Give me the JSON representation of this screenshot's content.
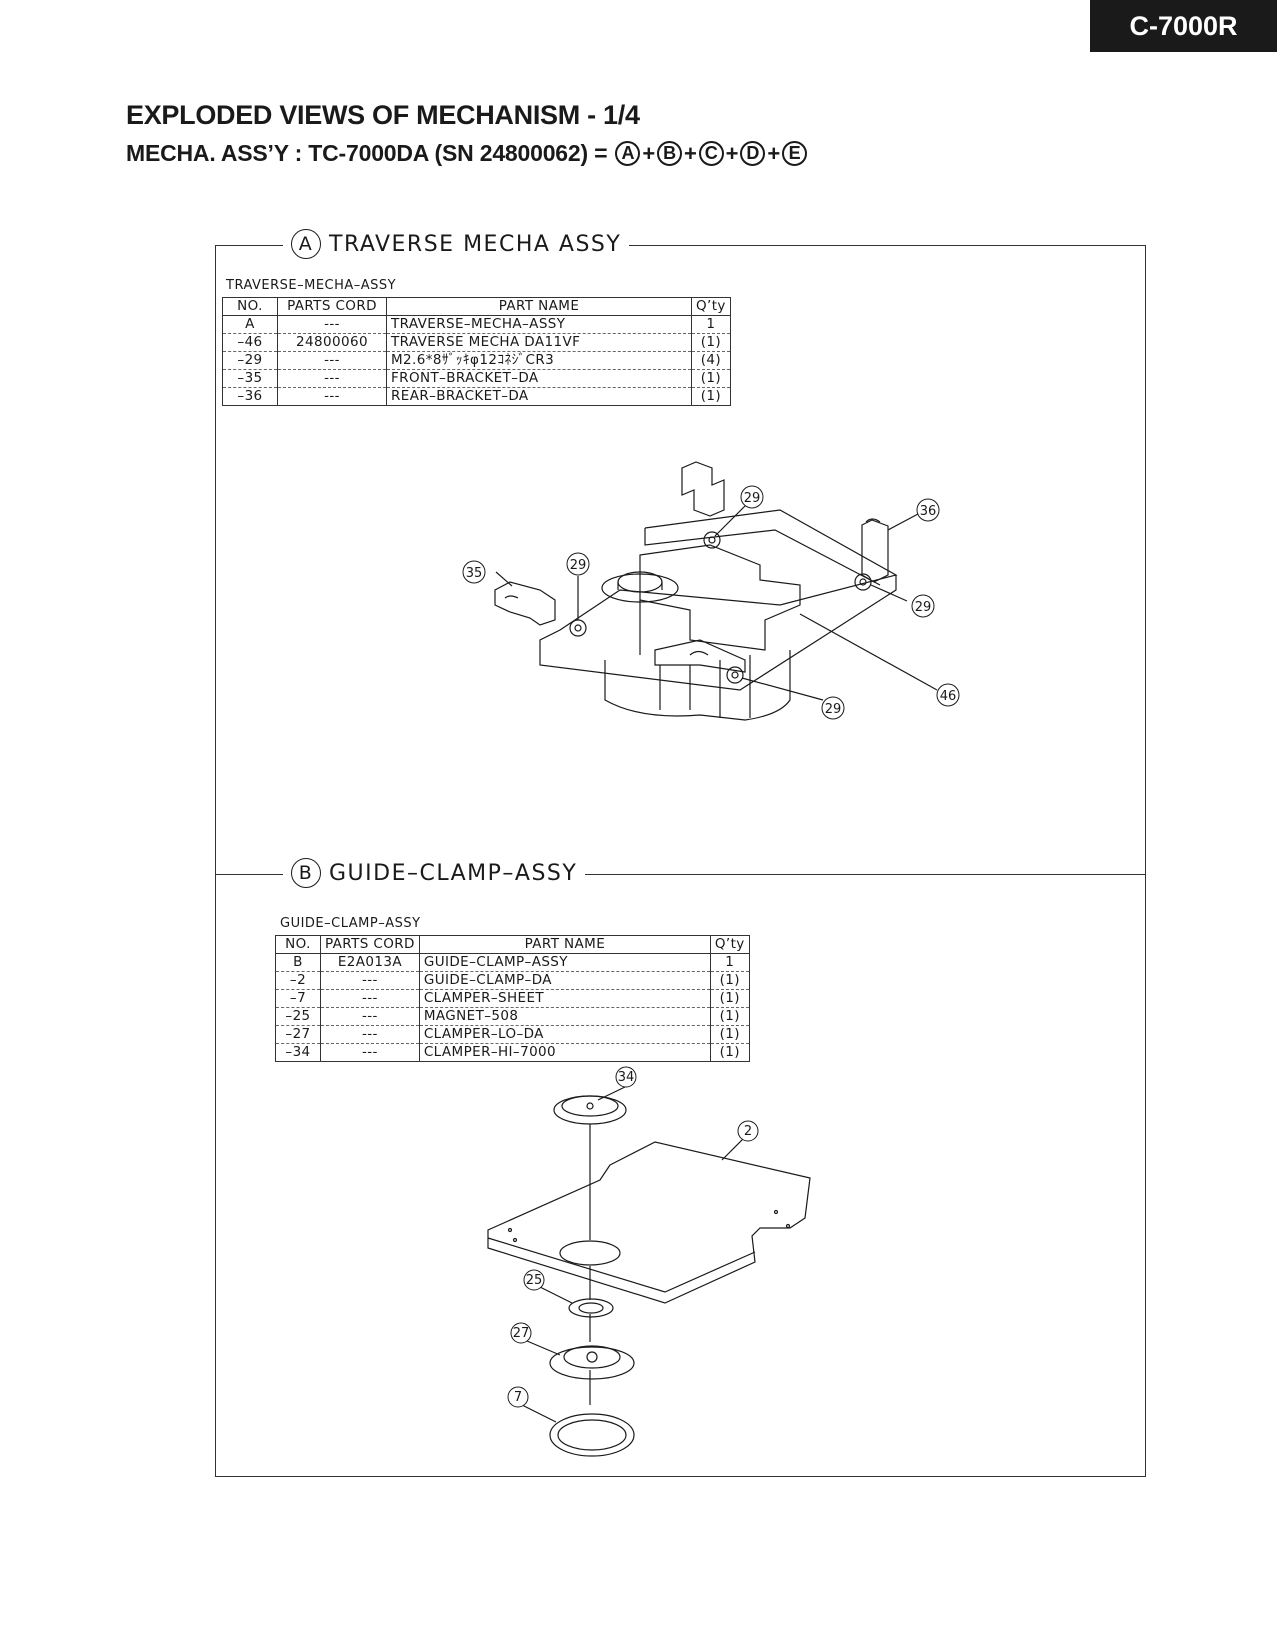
{
  "model": "C-7000R",
  "title": "EXPLODED VIEWS OF MECHANISM - 1/4",
  "subtitle": {
    "text": "MECHA. ASS’Y : TC-7000DA (SN 24800062) =",
    "modules": [
      "A",
      "B",
      "C",
      "D",
      "E"
    ]
  },
  "section_a": {
    "letter": "A",
    "label": "TRAVERSE MECHA ASSY",
    "table_title": "TRAVERSE–MECHA–ASSY",
    "headers": {
      "no": "NO.",
      "parts": "PARTS CORD",
      "name": "PART NAME",
      "qty": "Q’ty"
    },
    "rows": [
      {
        "no": "A",
        "parts": "---",
        "name": "TRAVERSE–MECHA–ASSY",
        "qty": "1"
      },
      {
        "no": "–46",
        "parts": "24800060",
        "name": "TRAVERSE MECHA  DA11VF",
        "qty": "(1)"
      },
      {
        "no": "–29",
        "parts": "---",
        "name": "M2.6*8ｻﾞｯｷφ12ｺﾈｼﾞCR3",
        "qty": "(4)"
      },
      {
        "no": "–35",
        "parts": "---",
        "name": "FRONT–BRACKET–DA",
        "qty": "(1)"
      },
      {
        "no": "–36",
        "parts": "---",
        "name": "REAR–BRACKET–DA",
        "qty": "(1)"
      }
    ],
    "callouts": [
      "29",
      "36",
      "35",
      "29",
      "29",
      "46",
      "29"
    ]
  },
  "section_b": {
    "letter": "B",
    "label": "GUIDE–CLAMP–ASSY",
    "table_title": "GUIDE–CLAMP–ASSY",
    "headers": {
      "no": "NO.",
      "parts": "PARTS CORD",
      "name": "PART NAME",
      "qty": "Q’ty"
    },
    "rows": [
      {
        "no": "B",
        "parts": "E2A013A",
        "name": "GUIDE–CLAMP–ASSY",
        "qty": "1"
      },
      {
        "no": "–2",
        "parts": "---",
        "name": "GUIDE–CLAMP–DA",
        "qty": "(1)"
      },
      {
        "no": "–7",
        "parts": "---",
        "name": "CLAMPER–SHEET",
        "qty": "(1)"
      },
      {
        "no": "–25",
        "parts": "---",
        "name": "MAGNET–508",
        "qty": "(1)"
      },
      {
        "no": "–27",
        "parts": "---",
        "name": "CLAMPER–LO–DA",
        "qty": "(1)"
      },
      {
        "no": "–34",
        "parts": "---",
        "name": "CLAMPER–HI–7000",
        "qty": "(1)"
      }
    ],
    "callouts": [
      "34",
      "2",
      "25",
      "27",
      "7"
    ]
  }
}
